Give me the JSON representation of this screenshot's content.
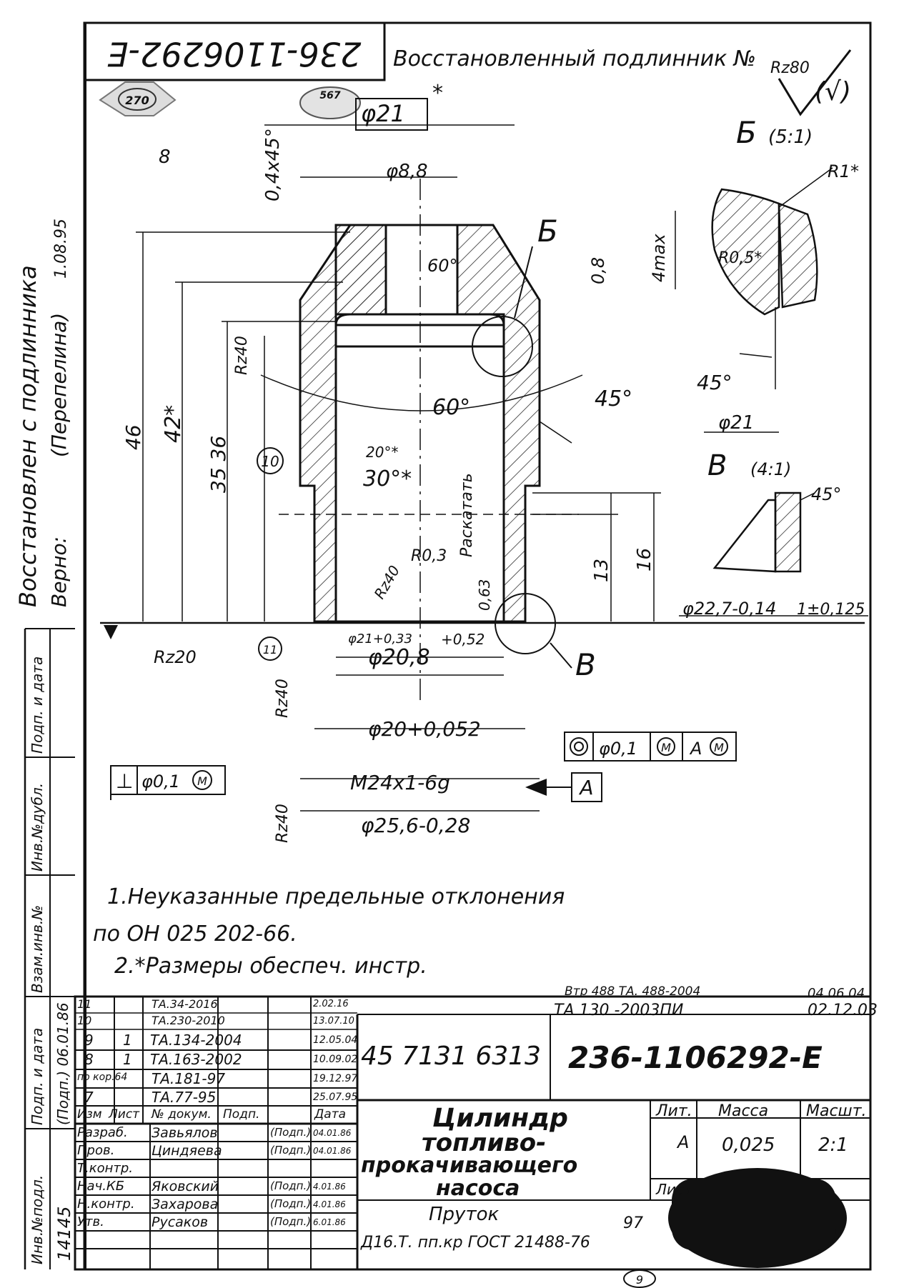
{
  "header": {
    "drawing_number_top": "236-1106292-E",
    "restored_note": "Восстановленный подлинник №",
    "stamp_a": "270",
    "stamp_b": "567",
    "sheet_small": "8",
    "roughness_general": "Rz80",
    "roughness_other": "(√)"
  },
  "side": {
    "restored": "Восстановлен с подлинника",
    "verified": "Верно:",
    "verifier": "(Перепелина)",
    "verified_date": "1.08.95"
  },
  "dims": {
    "d21": "φ21",
    "d21_star": "*",
    "chamfer": "0,4х45°",
    "d88": "φ8,8",
    "a60_top": "60°",
    "s08": "0,8",
    "label_b": "Б",
    "a60_mid": "60°",
    "a45": "45°",
    "r_rz40": "Rz40",
    "h46": "46",
    "h42": "42*",
    "h3536": "35 36",
    "pos10": "10",
    "a20": "20°*",
    "a30": "30°*",
    "rasp": "Раскатать",
    "r03": "R0,3",
    "r_rz40b": "Rz40",
    "s063": "0,63",
    "h13": "13",
    "h16": "16",
    "rz20": "Rz20",
    "pos11": "11",
    "d21tol": "φ21+0,33",
    "d208": "φ20,8",
    "d208tol": "+0,52",
    "label_v": "В",
    "rz40c": "Rz40",
    "d20": "φ20+0,052",
    "conc_value": "φ0,1",
    "conc_m": "M",
    "conc_a": "A",
    "conc_am": "M",
    "perp_sym": "⊥",
    "perp_value": "φ0,1",
    "perp_m": "M",
    "thread": "M24х1-6g",
    "datum": "A",
    "rz40d": "Rz40",
    "d256": "φ25,6-0,28"
  },
  "detail_b": {
    "title": "Б",
    "scale": "(5:1)",
    "r1": "R1*",
    "r05": "R0,5*",
    "h4max": "4max",
    "a45": "45°",
    "d21": "φ21"
  },
  "detail_v": {
    "title": "В",
    "scale": "(4:1)",
    "a45": "45°",
    "d227": "φ22,7-0,14",
    "w1": "1±0,125"
  },
  "notes": {
    "n1a": "1.Неуказанные предельные отклонения",
    "n1b": "по ОН 025 202-66.",
    "n2": "2.*Размеры обеспеч. инстр."
  },
  "title_block": {
    "top_note_1": "Втр 488 ТА. 488-2004",
    "top_note_1_date": "04.06.04",
    "top_note_2": "ТА 130 -2003ПИ",
    "top_note_2_date": "02.12.03",
    "code": "45 7131 6313",
    "number": "236-1106292-E",
    "name_1": "Цилиндр",
    "name_2": "топливо-",
    "name_3": "прокачивающего",
    "name_4": "насоса",
    "material_1": "Пруток",
    "material_num": "97",
    "material_2": "Д16.Т. пп.кр ГОСТ 21488-76",
    "lit_label": "Лит.",
    "mass_label": "Масса",
    "scale_label": "Масшт.",
    "lit_value": "А",
    "mass_value": "0,025",
    "scale_value": "2:1",
    "sheet_label": "Лист",
    "sheet_bottom": "9",
    "rev_rows": [
      {
        "izm": "11",
        "list": "",
        "doc": "ТА.34-2016",
        "sign": "",
        "date": "2.02.16"
      },
      {
        "izm": "10",
        "list": "",
        "doc": "ТА.230-2010",
        "sign": "",
        "date": "13.07.10"
      },
      {
        "izm": "9",
        "list": "1",
        "doc": "ТА.134-2004",
        "sign": "",
        "date": "12.05.04"
      },
      {
        "izm": "8",
        "list": "1",
        "doc": "ТА.163-2002",
        "sign": "",
        "date": "10.09.02"
      },
      {
        "izm": "по кор.64",
        "list": "",
        "doc": "ТА.181-97",
        "sign": "",
        "date": "19.12.97"
      },
      {
        "izm": "7",
        "list": "",
        "doc": "ТА.77-95",
        "sign": "",
        "date": "25.07.95"
      }
    ],
    "head_izm": "Изм",
    "head_list": "Лист",
    "head_doc": "№ докум.",
    "head_sign": "Подп.",
    "head_date": "Дата",
    "people": [
      {
        "role": "Разраб.",
        "name": "Завьялов",
        "sign": "(Подп.)",
        "date": "04.01.86"
      },
      {
        "role": "Пров.",
        "name": "Циндяева",
        "sign": "(Подп.)",
        "date": "04.01.86"
      },
      {
        "role": "Т.контр.",
        "name": "",
        "sign": "",
        "date": ""
      },
      {
        "role": "Нач.КБ",
        "name": "Яковский",
        "sign": "(Подп.)",
        "date": "4.01.86"
      },
      {
        "role": "Н.контр.",
        "name": "Захарова",
        "sign": "(Подп.)",
        "date": "4.01.86"
      },
      {
        "role": "Утв.",
        "name": "Русаков",
        "sign": "(Подп.)",
        "date": "6.01.86"
      }
    ],
    "left_strip_1": "Инв.№подл.",
    "left_strip_2": "Подп. и дата",
    "left_strip_3": "Взам.инв.№",
    "left_strip_4": "Инв.№дубл.",
    "left_strip_5": "Подп. и дата",
    "inv_value": "14145",
    "inv_date": "(Подп.) 06.01.86"
  }
}
